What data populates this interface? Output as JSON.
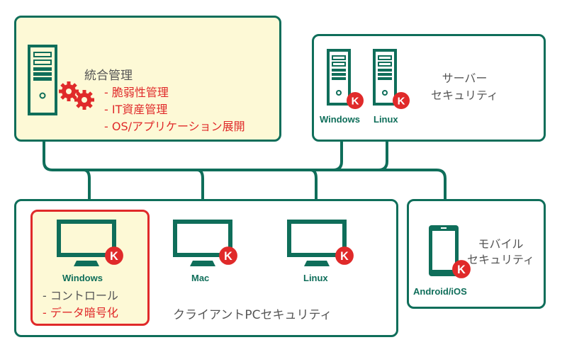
{
  "colors": {
    "primary": "#0f6e5a",
    "accent": "#e02a2a",
    "highlight_bg": "#fdf9d6",
    "text": "#555555"
  },
  "management": {
    "title": "統合管理",
    "items": [
      "- 脆弱性管理",
      "- IT資産管理",
      "- OS/アプリケーション展開"
    ],
    "icons": [
      "server-icon",
      "gears-icon"
    ]
  },
  "server": {
    "title_line1": "サーバー",
    "title_line2": "セキュリティ",
    "nodes": [
      {
        "label": "Windows",
        "icon": "server-icon"
      },
      {
        "label": "Linux",
        "icon": "server-icon"
      }
    ]
  },
  "client": {
    "title": "クライアントPCセキュリティ",
    "nodes": [
      {
        "label": "Windows",
        "icon": "monitor-icon",
        "features": [
          "- コントロール",
          "- データ暗号化"
        ]
      },
      {
        "label": "Mac",
        "icon": "monitor-icon"
      },
      {
        "label": "Linux",
        "icon": "monitor-icon"
      }
    ]
  },
  "mobile": {
    "title_line1": "モバイル",
    "title_line2": "セキュリティ",
    "node": {
      "label": "Android/iOS",
      "icon": "smartphone-icon"
    }
  },
  "badge": {
    "letter": "K",
    "icon": "kaspersky-k-badge-icon"
  }
}
